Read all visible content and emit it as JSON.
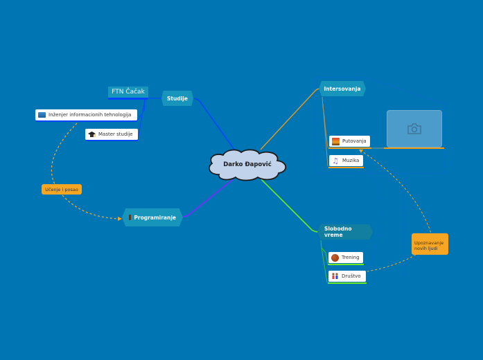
{
  "central": {
    "label": "Darko Đapović"
  },
  "branches": {
    "studije": {
      "label": "Studije",
      "color": "#0048ff",
      "children": [
        {
          "label": "FTN Čačak"
        },
        {
          "label": "Inženjer informacionih tehnologija",
          "icon": "book-icon"
        },
        {
          "label": "Master studije",
          "icon": "graduation-cap-icon"
        }
      ]
    },
    "programiranje": {
      "label": "Programiranje",
      "icon": "briefcase-icon",
      "color": "#7b2cff"
    },
    "intersovanja": {
      "label": "Intersovanja",
      "color": "#e89a1d",
      "children": [
        {
          "label": "Putovanja",
          "icon": "sunset-icon"
        },
        {
          "label": "Muzika",
          "icon": "music-note-icon"
        }
      ],
      "image": {
        "icon": "camera-icon"
      }
    },
    "slobodno": {
      "label": "Slobodno vreme",
      "color": "#6ee81f",
      "children": [
        {
          "label": "Trening",
          "icon": "basketball-icon"
        },
        {
          "label": "Društvo",
          "icon": "people-icon"
        }
      ]
    }
  },
  "relations": [
    {
      "label": "Učenje i posao",
      "from": "Inženjer informacionih tehnologija",
      "to": "Programiranje"
    },
    {
      "label": "Upoznavanje novih ljudi",
      "from": "Društvo",
      "to": "Putovanja"
    }
  ]
}
